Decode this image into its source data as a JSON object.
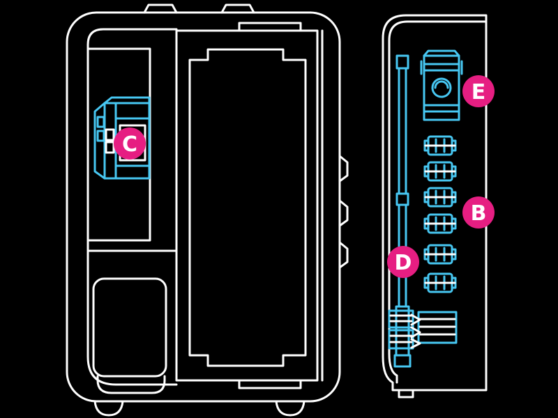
{
  "figure": {
    "callouts": [
      {
        "letter": "C"
      },
      {
        "letter": "E"
      },
      {
        "letter": "B"
      },
      {
        "letter": "D"
      }
    ],
    "colors": {
      "background": "#000000",
      "line": "#ffffff",
      "highlight": "#47c7f2",
      "badge": "#e61e82",
      "badge_text": "#ffffff"
    }
  }
}
